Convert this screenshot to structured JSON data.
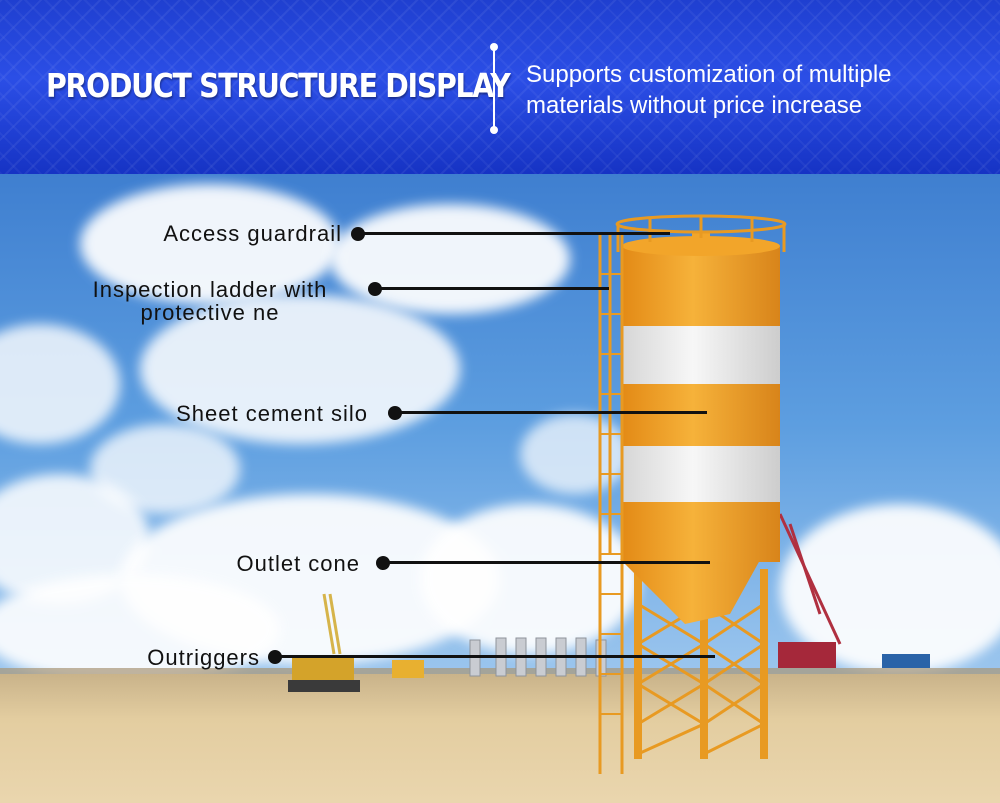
{
  "banner": {
    "title": "PRODUCT STRUCTURE DISPLAY",
    "subtitle": "Supports customization of multiple materials without price increase"
  },
  "callouts": [
    {
      "label": "Access guardrail"
    },
    {
      "label": "Inspection ladder with\nprotective ne"
    },
    {
      "label": "Sheet cement silo"
    },
    {
      "label": "Outlet cone"
    },
    {
      "label": "Outriggers"
    }
  ],
  "colors": {
    "banner_blue": "#2546dc",
    "silo_orange": "#f2a52a",
    "silo_white": "#ececec",
    "leader_black": "#111111"
  }
}
